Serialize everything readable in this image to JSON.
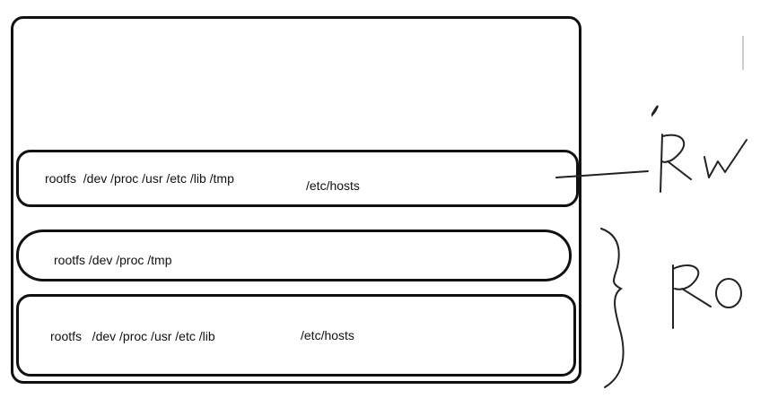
{
  "layers": {
    "rw": {
      "paths": "rootfs  /dev /proc /usr /etc /lib /tmp",
      "extra": "/etc/hosts"
    },
    "ro_upper": {
      "paths": "rootfs /dev /proc /tmp"
    },
    "ro_lower": {
      "paths": "rootfs   /dev /proc /usr /etc /lib",
      "extra": "/etc/hosts"
    }
  },
  "annotations": {
    "rw_label": "Rw",
    "ro_label": "Ro"
  }
}
